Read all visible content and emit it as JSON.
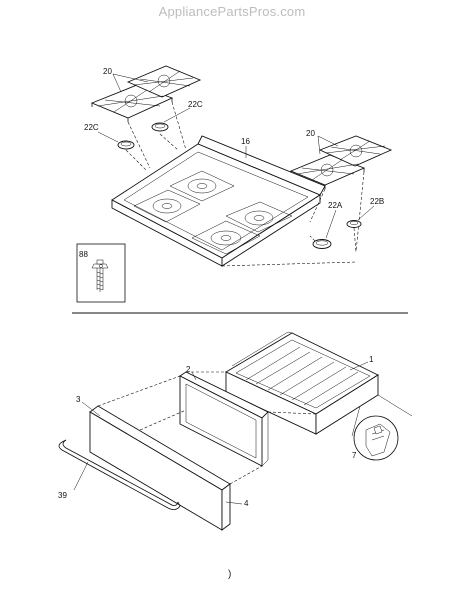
{
  "watermark": "AppliancePartsPros.com",
  "footer_mark": ")",
  "callouts": {
    "c20_left": "20",
    "c22C_upper": "22C",
    "c22C_lower": "22C",
    "c16": "16",
    "c20_right": "20",
    "c22A": "22A",
    "c22B": "22B",
    "c88": "88",
    "c1": "1",
    "c2": "2",
    "c3": "3",
    "c39": "39",
    "c4": "4",
    "c7": "7"
  }
}
